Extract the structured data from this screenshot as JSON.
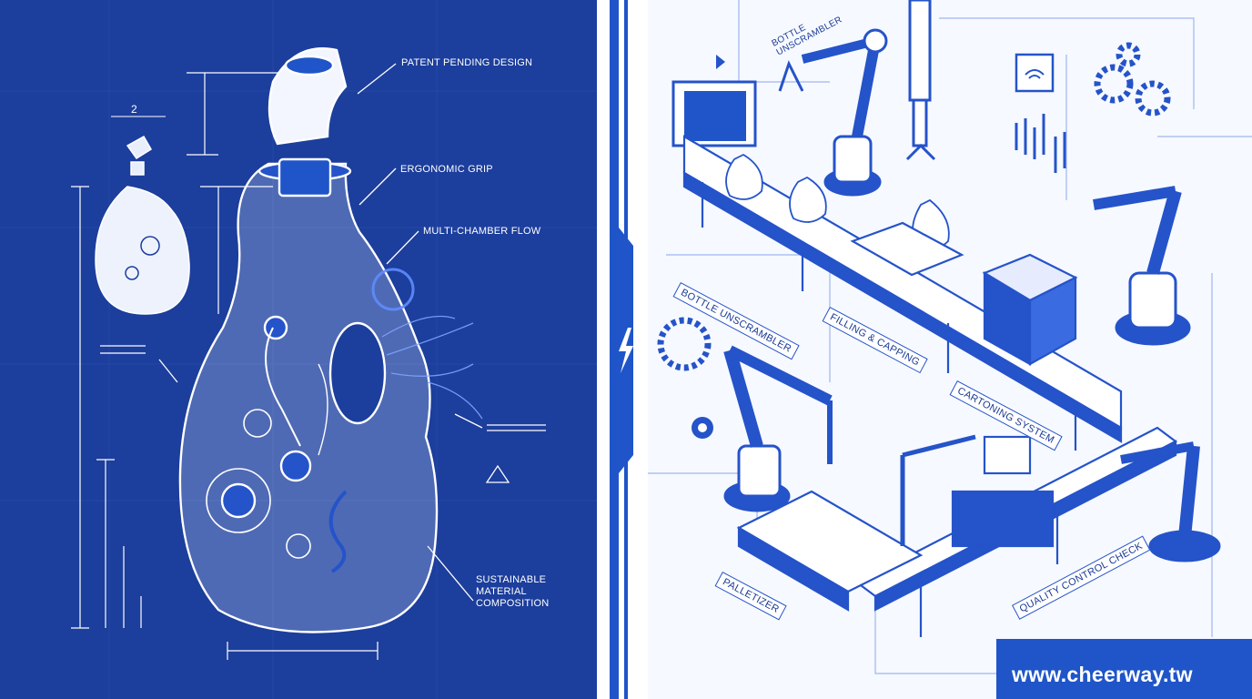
{
  "left_panel": {
    "callouts": {
      "patent": "PATENT PENDING DESIGN",
      "grip": "ERGONOMIC GRIP",
      "flow": "MULTI-CHAMBER FLOW",
      "sustainable": "SUSTAINABLE\nMATERIAL\nCOMPOSITION"
    }
  },
  "right_panel": {
    "stations": {
      "unscrambler_top": "BOTTLE\nUNSCRAMBLER",
      "unscrambler": "BOTTLE UNSCRAMBLER",
      "filling": "FILLING & CAPPING",
      "cartoning": "CARTONING SYSTEM",
      "palletizer": "PALLETIZER",
      "quality": "QUALITY CONTROL CHECK"
    },
    "website": "www.cheerway.tw"
  },
  "colors": {
    "blueprint_bg": "#1c3e9c",
    "line_white": "#ffffff",
    "accent_blue": "#2553c9",
    "panel_bg": "#f6f9ff"
  }
}
